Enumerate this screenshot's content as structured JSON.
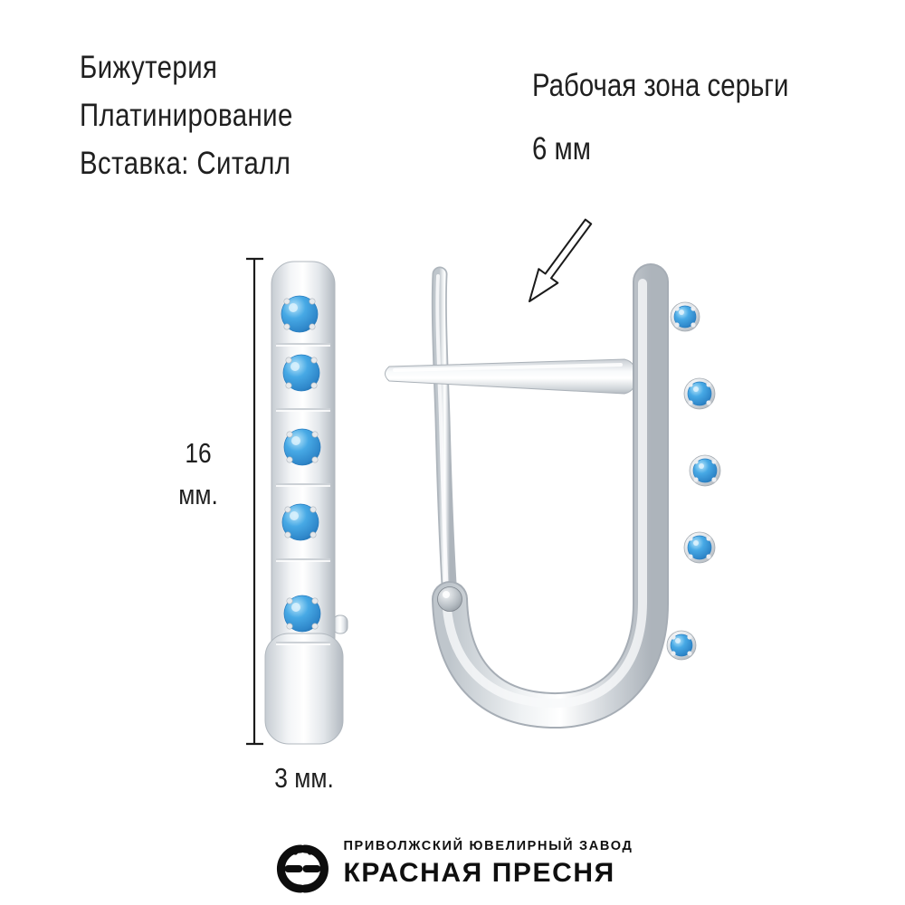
{
  "specs": [
    "Бижутерия",
    "Платинирование",
    "Вставка: Ситалл"
  ],
  "annotation": {
    "title": "Рабочая зона серьги",
    "value": "6 мм"
  },
  "dimensions": {
    "height_value": "16",
    "height_unit": "мм.",
    "width_label": "3 мм."
  },
  "brand": {
    "plant": "ПРИВОЛЖСКИЙ ЮВЕЛИРНЫЙ ЗАВОД",
    "name": "КРАСНАЯ ПРЕСНЯ"
  },
  "icons": {
    "arrow": "pointer-arrow-icon",
    "logo": "brand-logo-icon"
  },
  "colors": {
    "stone": "#47a9e5",
    "stone_dark": "#2e86c9",
    "metal_light": "#ffffff",
    "metal_mid": "#d7dce0",
    "metal_dark": "#aab1b8",
    "text": "#1f1f1f",
    "outline": "#1a1a1a"
  }
}
